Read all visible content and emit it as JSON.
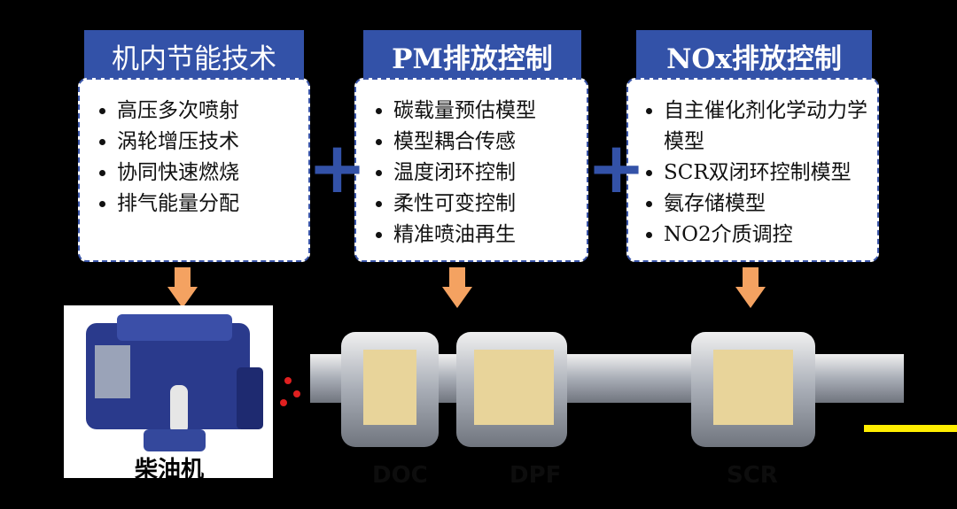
{
  "sections": [
    {
      "title": "机内节能技术",
      "items": [
        "高压多次喷射",
        "涡轮增压技术",
        "协同快速燃烧",
        "排气能量分配"
      ]
    },
    {
      "title": "PM排放控制",
      "items": [
        "碳载量预估模型",
        "模型耦合传感",
        "温度闭环控制",
        "柔性可变控制",
        "精准喷油再生"
      ]
    },
    {
      "title": "NOx排放控制",
      "items": [
        "自主催化剂化学动力学模型",
        "SCR双闭环控制模型",
        "氨存储模型",
        "NO2介质调控"
      ]
    }
  ],
  "plus_symbol": "+",
  "engine_label": "柴油机",
  "device_labels": [
    "DOC",
    "DPF",
    "SCR"
  ],
  "colors": {
    "title_blue": "#3352a8",
    "arrow_orange": "#f4a261",
    "highlight_yellow": "#ffee00"
  }
}
